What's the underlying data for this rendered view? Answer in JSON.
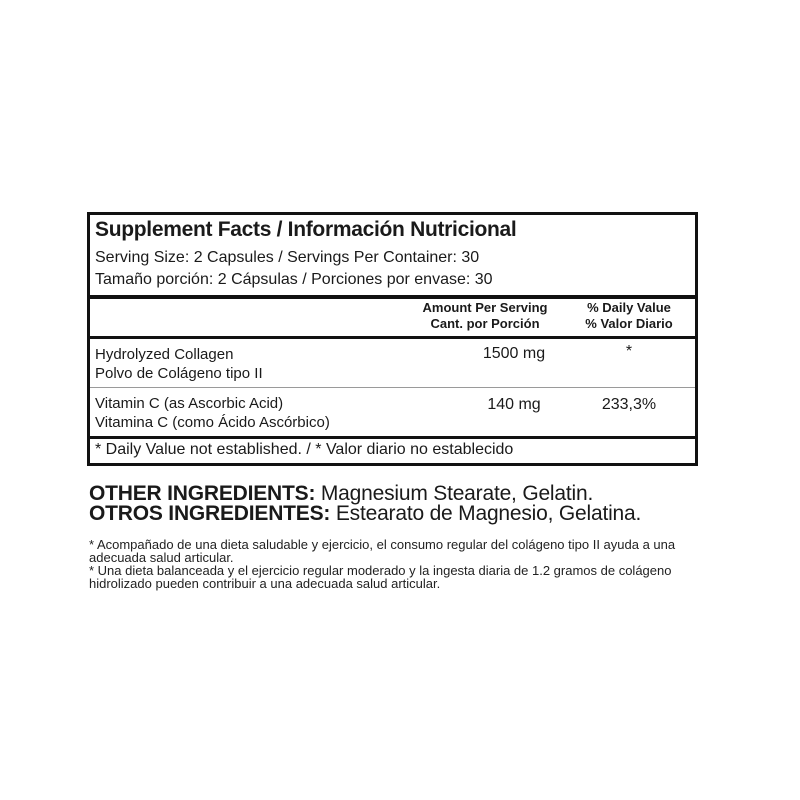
{
  "supplement_facts": {
    "title": "Supplement Facts / Información Nutricional",
    "serving_en": "Serving Size: 2 Capsules / Servings Per Container: 30",
    "serving_es": "Tamaño porción: 2 Cápsulas / Porciones por envase: 30",
    "col_amount_line1": "Amount Per Serving",
    "col_amount_line2": "Cant. por Porción",
    "col_dv_line1": "% Daily Value",
    "col_dv_line2": "% Valor Diario",
    "ingredients": [
      {
        "name_en": "Hydrolyzed Collagen",
        "name_es": "Polvo de Colágeno tipo II",
        "amount": "1500 mg",
        "daily_value": "*"
      },
      {
        "name_en": "Vitamin C (as Ascorbic Acid)",
        "name_es": "Vitamina C (como Ácido Ascórbico)",
        "amount": "140 mg",
        "daily_value": "233,3%"
      }
    ],
    "footnote": "* Daily Value not established. / * Valor diario no establecido"
  },
  "other_ingredients": {
    "label_en": "OTHER INGREDIENTS:",
    "value_en": " Magnesium Stearate, Gelatin.",
    "label_es": "OTROS INGREDIENTES:",
    "value_es": " Estearato de Magnesio, Gelatina."
  },
  "notes": {
    "note1": "* Acompañado de una dieta saludable y ejercicio, el consumo regular del colágeno tipo II ayuda a una adecuada salud articular.",
    "note2": "* Una dieta balanceada y el ejercicio regular moderado y la ingesta diaria de 1.2 gramos de colágeno hidrolizado pueden contribuir a una adecuada salud articular."
  }
}
